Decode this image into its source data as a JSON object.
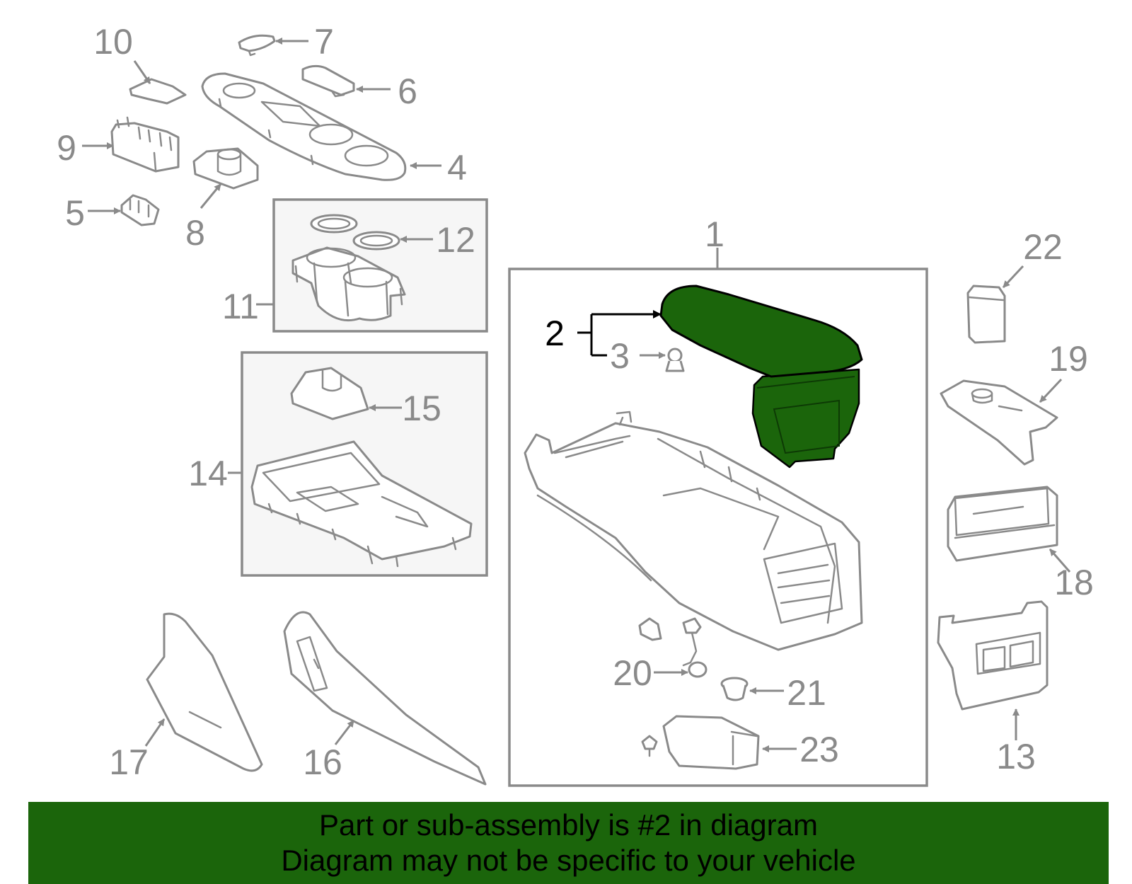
{
  "colors": {
    "highlight": "#1b650b",
    "line": "#8a8a8a",
    "banner_bg": "#1b650b"
  },
  "callouts": [
    "1",
    "2",
    "3",
    "4",
    "5",
    "6",
    "7",
    "8",
    "9",
    "10",
    "11",
    "12",
    "13",
    "14",
    "15",
    "16",
    "17",
    "18",
    "19",
    "20",
    "21",
    "22",
    "23"
  ],
  "highlighted_part": "2",
  "banner": {
    "line1": "Part or sub-assembly is #2 in diagram",
    "line2": "Diagram may not be specific to your vehicle"
  }
}
